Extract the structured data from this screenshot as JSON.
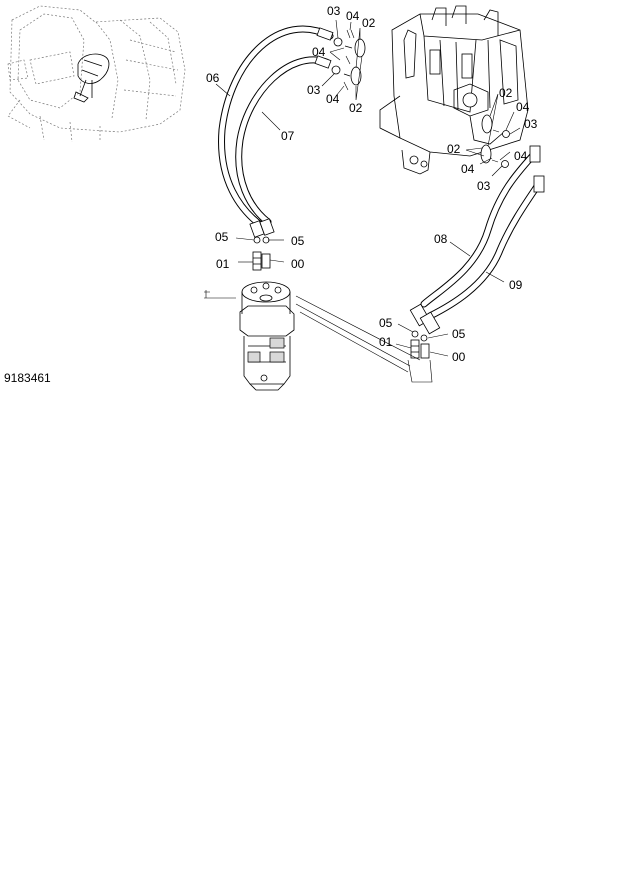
{
  "drawing": {
    "number": "9183461"
  },
  "callouts": {
    "c03a": "03",
    "c04a": "04",
    "c02a": "02",
    "c04b": "04",
    "c03b": "03",
    "c04c": "04",
    "c02b": "02",
    "c06": "06",
    "c07": "07",
    "c02c": "02",
    "c04d": "04",
    "c03c": "03",
    "c02d": "02",
    "c04e": "04",
    "c04f": "04",
    "c03d": "03",
    "c05a": "05",
    "c05b": "05",
    "c01a": "01",
    "c00a": "00",
    "c08": "08",
    "c09": "09",
    "c05c": "05",
    "c05d": "05",
    "c01b": "01",
    "c00b": "00"
  }
}
